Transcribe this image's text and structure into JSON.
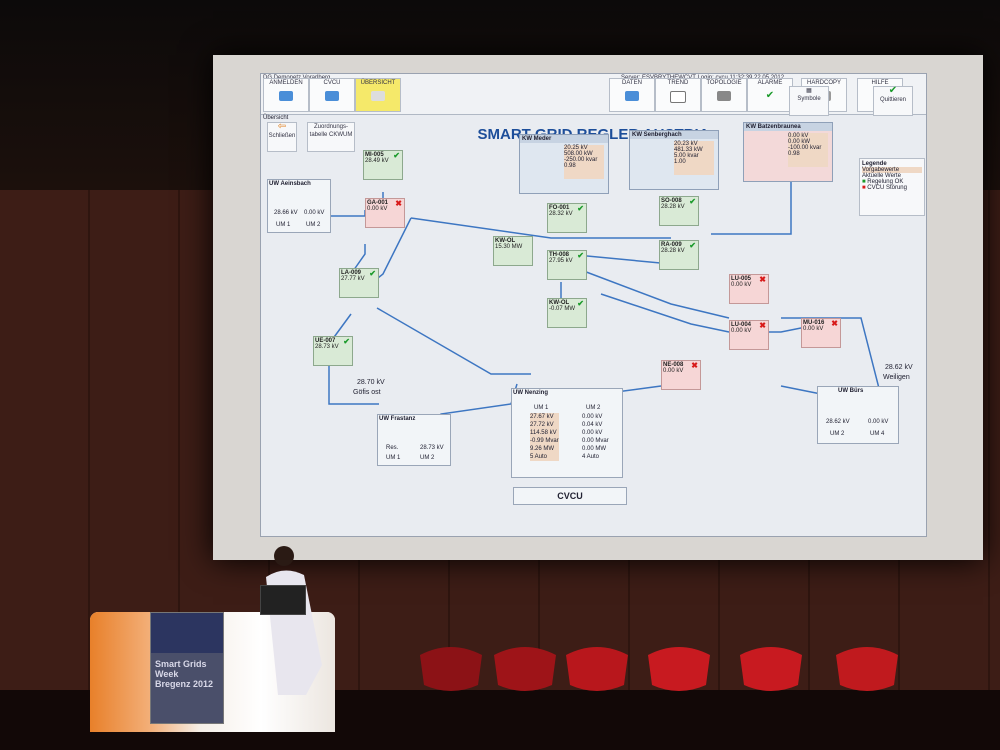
{
  "screen": {
    "system_title": "DG Demonetz Vorarlberg",
    "status_line": "Server: ESVBRYTHEWCVT  Login: cvcu    11:32:39   22.05.2012",
    "menu_left": [
      "ANMELDEN",
      "CVCU",
      "ÜBERSICHT"
    ],
    "menu_right": [
      "DATEN",
      "TREND",
      "TOPOLOGIE",
      "ALARME",
      "HARDCOPY",
      "HILFE"
    ],
    "toolbar": [
      "Schließen",
      "Zuordnungs- tabelle CKWUM",
      "Symbole",
      "Quittieren"
    ],
    "title": "SMART GRID REGLER AUSTRIA",
    "tab_label": "Übersicht",
    "legend": {
      "title": "Legende",
      "items": [
        "Vorgabewerte",
        "Aktuelle Werte",
        "Regelung OK",
        "CVCU Störung"
      ]
    },
    "kw": [
      {
        "name": "KW Meder",
        "values": [
          "20.25 kV",
          "508.00 kW",
          "-250.00 kvar",
          "0.98"
        ]
      },
      {
        "name": "KW Senberghach",
        "values": [
          "20.23 kV",
          "481.33 kW",
          "5.00 kvar",
          "1.00"
        ]
      },
      {
        "name": "KW Batzenbraunea",
        "values": [
          "0.00 kV",
          "0.00 kW",
          "-100.00 kvar",
          "0.98"
        ]
      }
    ],
    "nodes": [
      {
        "name": "MI-005",
        "value": "28.49 kV",
        "status": "ok"
      },
      {
        "name": "GA-001",
        "value": "0.00 kV",
        "status": "alarm"
      },
      {
        "name": "FO-001",
        "value": "28.32 kV",
        "status": "ok"
      },
      {
        "name": "SO-008",
        "value": "28.28 kV",
        "status": "ok"
      },
      {
        "name": "RA-009",
        "value": "28.28 kV",
        "status": "ok"
      },
      {
        "name": "TH-008",
        "value": "27.95 kV",
        "status": "ok"
      },
      {
        "name": "LA-009",
        "value": "27.77 kV",
        "status": "ok"
      },
      {
        "name": "KW-OL",
        "value": "15.30 MW",
        "status": "ok"
      },
      {
        "name": "KW-OL",
        "value": "-0.07 MW",
        "status": "ok"
      },
      {
        "name": "UE-007",
        "value": "28.73 kV",
        "status": "ok"
      },
      {
        "name": "LU-005",
        "value": "0.00 kV",
        "status": "alarm"
      },
      {
        "name": "LU-004",
        "value": "0.00 kV",
        "status": "alarm"
      },
      {
        "name": "MU-016",
        "value": "0.00 kV",
        "status": "alarm"
      },
      {
        "name": "NE-008",
        "value": "0.00 kV",
        "status": "alarm"
      }
    ],
    "uw": [
      {
        "name": "UW Aeinsbach",
        "values": [
          "28.66 kV",
          "0.00 kV"
        ],
        "um": [
          "UM 1",
          "UM 2"
        ]
      },
      {
        "name": "UW Nenzing",
        "um": [
          "UM 1",
          "UM 2"
        ],
        "rows": [
          "27.67 kV",
          "27.72 kV",
          "114.58 kV",
          "-0.99 Mvar",
          "9.26 MW",
          "5  Auto"
        ],
        "rows2": [
          "0.00 kV",
          "0.04 kV",
          "0.00 kV",
          "0.00 Mvar",
          "0.00 MW",
          "4  Auto"
        ]
      },
      {
        "name": "UW Frastanz",
        "values": [
          "Res.",
          "28.73 kV"
        ],
        "um": [
          "UM 1",
          "UM 2"
        ]
      },
      {
        "name": "UW Bürs",
        "values": [
          "28.62 kV",
          "0.00 kV"
        ],
        "um": [
          "UM 2",
          "UM 4"
        ]
      }
    ],
    "cvcu_label": "CVCU",
    "labels": [
      "28.70 kV",
      "Göfis ost",
      "28.62 kV",
      "Weiligen"
    ]
  },
  "banner": {
    "lines": [
      "Smart Grids",
      "Week",
      "Bregenz 2012"
    ]
  }
}
